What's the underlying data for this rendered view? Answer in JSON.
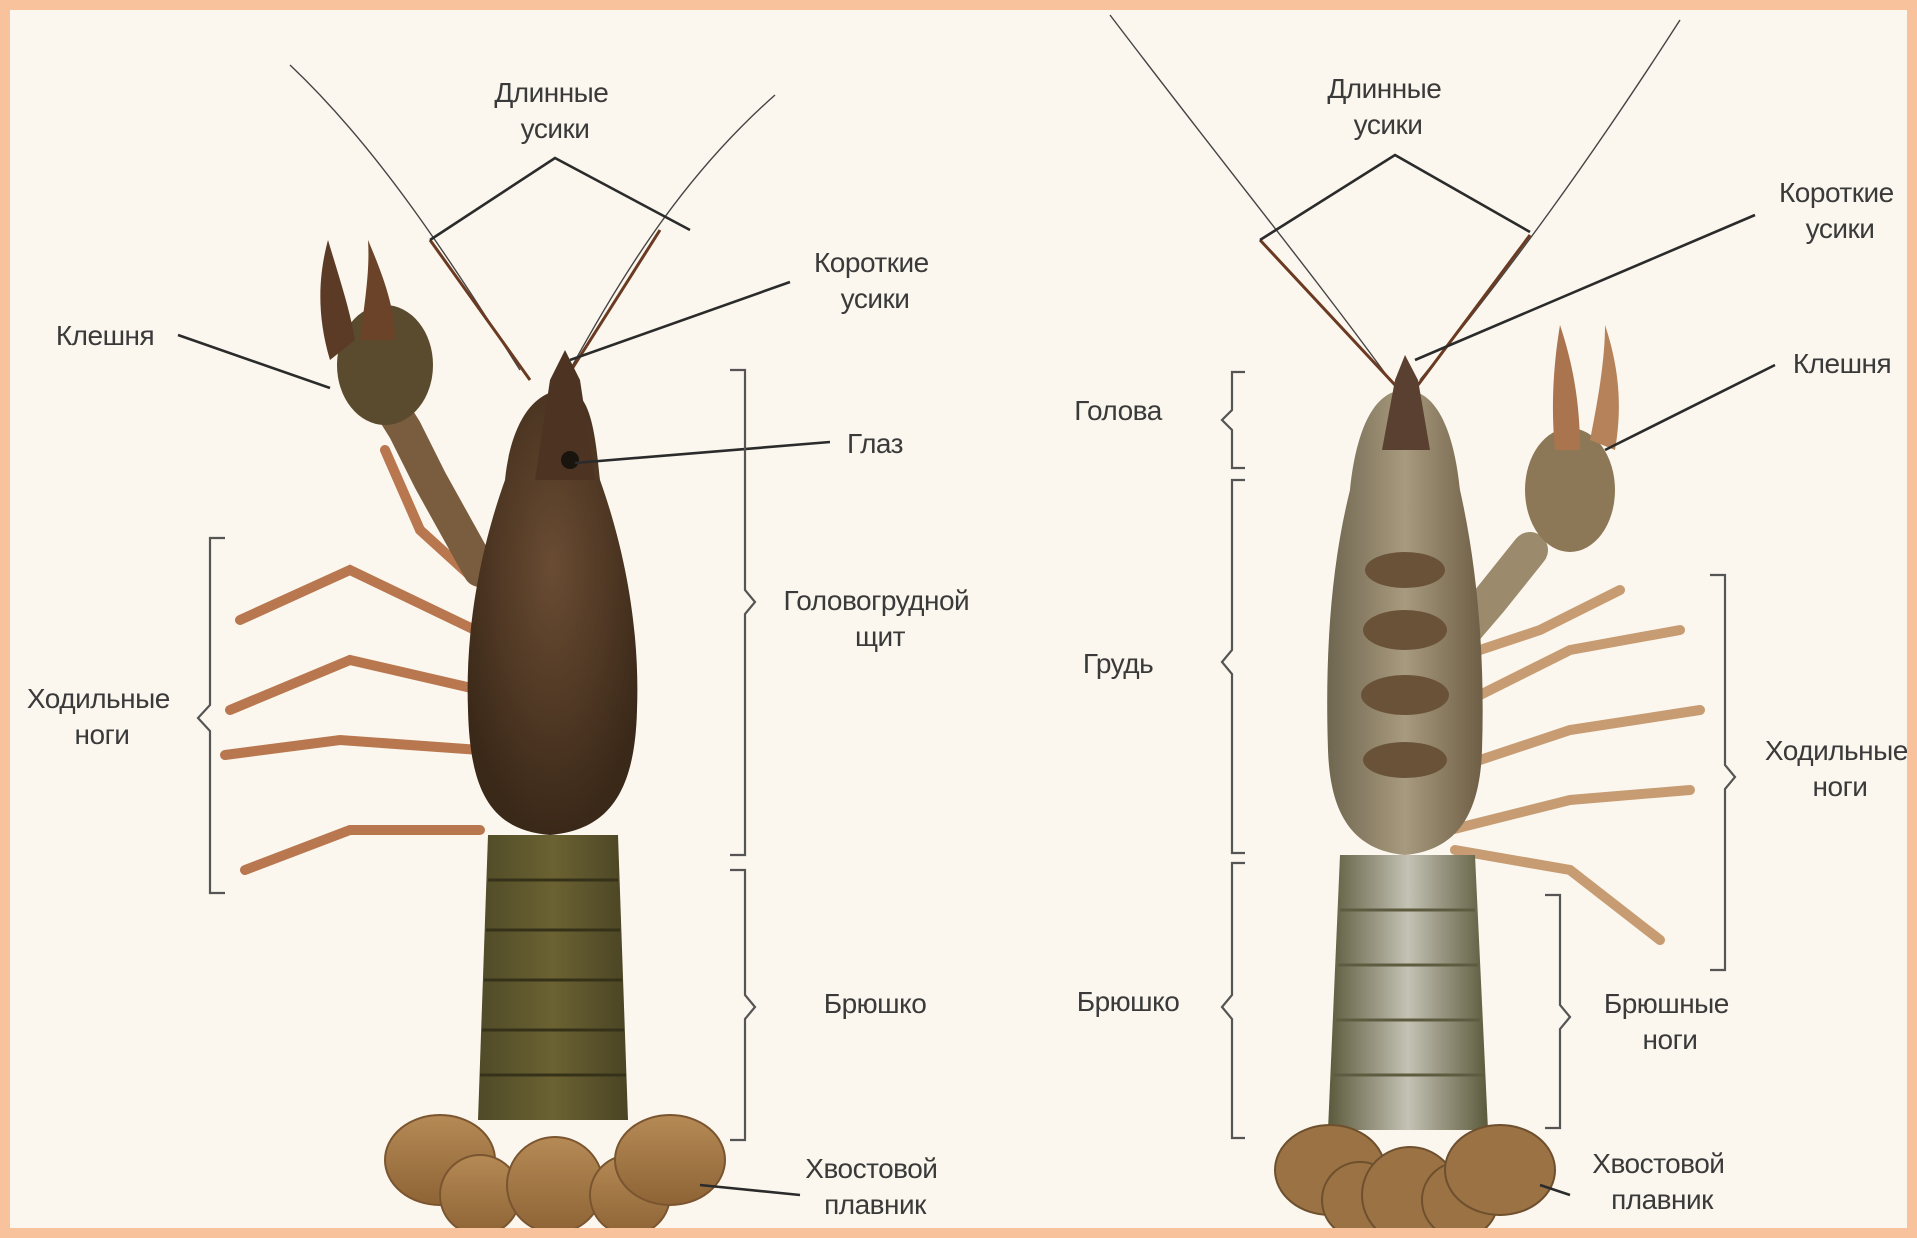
{
  "dorsal": {
    "long_antennae": [
      "Длинные",
      "усики"
    ],
    "short_antennae": [
      "Короткие",
      "усики"
    ],
    "claw": "Клешня",
    "eye": "Глаз",
    "carapace": [
      "Головогрудной",
      "щит"
    ],
    "walking_legs": [
      "Ходильные",
      "ноги"
    ],
    "abdomen": "Брюшко",
    "tail_fin": [
      "Хвостовой",
      "плавник"
    ]
  },
  "ventral": {
    "long_antennae": [
      "Длинные",
      "усики"
    ],
    "short_antennae": [
      "Короткие",
      "усики"
    ],
    "claw": "Клешня",
    "head": "Голова",
    "thorax": "Грудь",
    "walking_legs": [
      "Ходильные",
      "ноги"
    ],
    "abdomen": "Брюшко",
    "swimmerets": [
      "Брюшные",
      "ноги"
    ],
    "tail_fin": [
      "Хвостовой",
      "плавник"
    ]
  },
  "colors": {
    "border": "#f8c39c",
    "background": "#fbf7ee",
    "shell_dark": "#4a3522",
    "shell_green": "#5a5a2c",
    "leg_orange": "#b9774f",
    "underside": "#b0a99a"
  }
}
